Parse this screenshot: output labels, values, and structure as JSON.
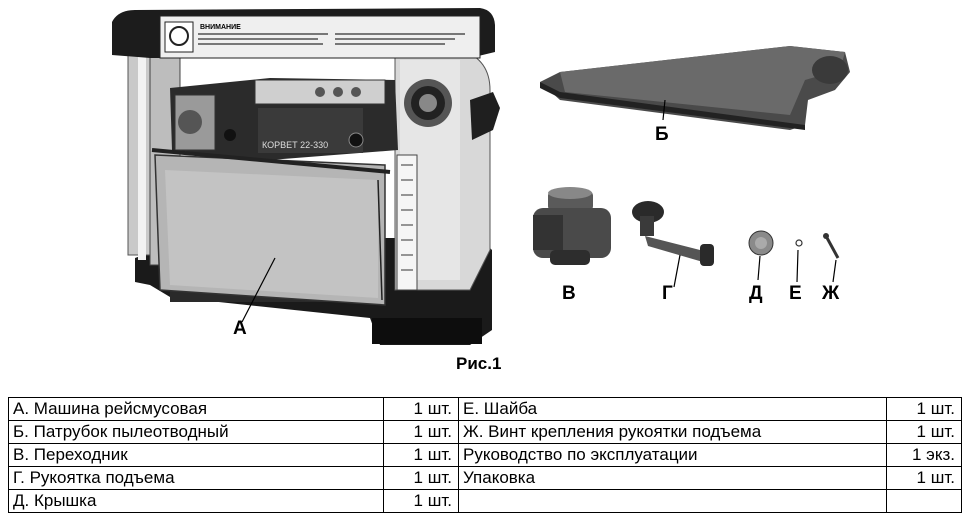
{
  "figure": {
    "callouts": {
      "a": "А",
      "b": "Б",
      "v": "В",
      "g": "Г",
      "d": "Д",
      "e": "Е",
      "zh": "Ж"
    },
    "plate": {
      "warning_title": "ВНИМАНИЕ",
      "brand": "КОРВЕТ 22-330"
    },
    "caption": "Рис.1"
  },
  "table": {
    "rows": [
      {
        "left_item": "А. Машина рейсмусовая",
        "left_qty": "1 шт.",
        "right_item": "Е. Шайба",
        "right_qty": "1 шт."
      },
      {
        "left_item": "Б. Патрубок пылеотводный",
        "left_qty": "1 шт.",
        "right_item": "Ж. Винт крепления рукоятки подъема",
        "right_qty": "1 шт."
      },
      {
        "left_item": "В. Переходник",
        "left_qty": "1 шт.",
        "right_item": "Руководство по эксплуатации",
        "right_qty": "1 экз."
      },
      {
        "left_item": "Г. Рукоятка подъема",
        "left_qty": "1 шт.",
        "right_item": "Упаковка",
        "right_qty": "1 шт."
      },
      {
        "left_item": "Д. Крышка",
        "left_qty": "1 шт.",
        "right_item": "",
        "right_qty": ""
      }
    ]
  }
}
